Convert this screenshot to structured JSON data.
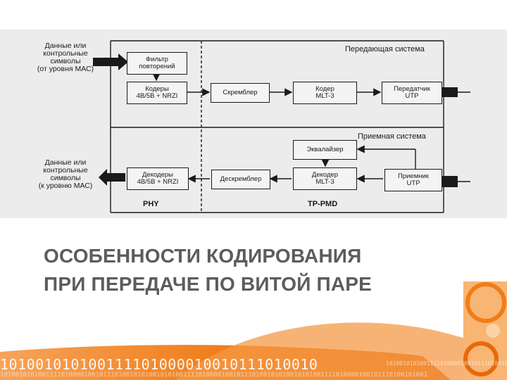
{
  "diagram": {
    "input_top_label": [
      "Данные или",
      "контрольные",
      "символы",
      "(от уровня МАС)"
    ],
    "input_bottom_label": [
      "Данные или",
      "контрольные",
      "символы",
      "(к уровню МАС)"
    ],
    "transmit_system_title": "Передающая система",
    "receive_system_title": "Приемная система",
    "blocks": {
      "repeat_filter": [
        "Фильтр",
        "повторений"
      ],
      "encoders": [
        "Кодеры",
        "4B/5B + NRZI"
      ],
      "scrambler": [
        "Скремблер"
      ],
      "mlt3_encoder": [
        "Кодер",
        "MLT-3"
      ],
      "transmitter": [
        "Передатчик",
        "UTP"
      ],
      "equalizer": [
        "Эквалайзер"
      ],
      "decoders": [
        "Декодеры",
        "4B/5B + NRZI"
      ],
      "descrambler": [
        "Дескремблер"
      ],
      "mlt3_decoder": [
        "Декодер",
        "MLT-3"
      ],
      "receiver": [
        "Приемник",
        "UTP"
      ]
    },
    "region_phy": "PHY",
    "region_tp_pmd": "TP-PMD"
  },
  "slide": {
    "title_line1": "ОСОБЕННОСТИ КОДИРОВАНИЯ",
    "title_line2": "ПРИ ПЕРЕДАЧЕ ПО ВИТОЙ ПАРЕ",
    "binary_text_main": "101001010100111101000010010111010010",
    "binary_text_small": "1010010101001111010000100101110100101010010101001111010000100101110100101010010101001111010000100101110100101001",
    "accent_color": "#f07d1a",
    "accent_light": "#f8b574"
  }
}
